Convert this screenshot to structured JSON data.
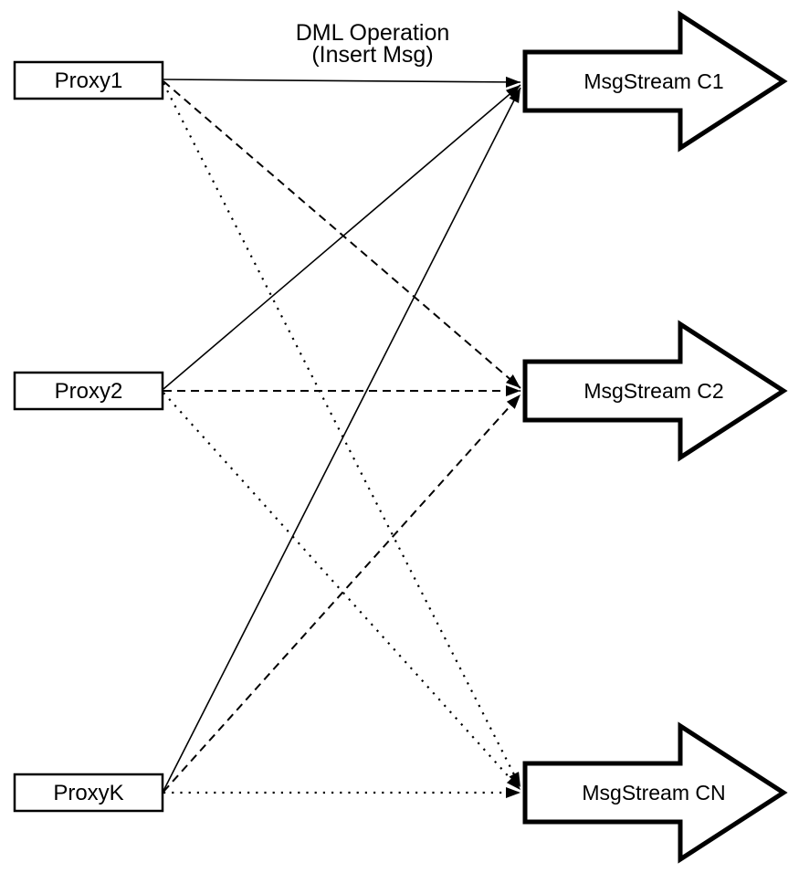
{
  "diagram": {
    "title": {
      "line1": "DML Operation",
      "line2": "(Insert Msg)"
    },
    "proxies": [
      {
        "id": "proxy1",
        "label": "Proxy1"
      },
      {
        "id": "proxy2",
        "label": "Proxy2"
      },
      {
        "id": "proxyk",
        "label": "ProxyK"
      }
    ],
    "streams": [
      {
        "id": "c1",
        "label": "MsgStream C1",
        "incoming_line_style": "solid"
      },
      {
        "id": "c2",
        "label": "MsgStream C2",
        "incoming_line_style": "dashed"
      },
      {
        "id": "cn",
        "label": "MsgStream CN",
        "incoming_line_style": "dotted"
      }
    ],
    "connections": [
      {
        "from": "Proxy1",
        "to": "MsgStream C1",
        "style": "solid"
      },
      {
        "from": "Proxy1",
        "to": "MsgStream C2",
        "style": "dashed"
      },
      {
        "from": "Proxy1",
        "to": "MsgStream CN",
        "style": "dotted"
      },
      {
        "from": "Proxy2",
        "to": "MsgStream C1",
        "style": "solid"
      },
      {
        "from": "Proxy2",
        "to": "MsgStream C2",
        "style": "dashed"
      },
      {
        "from": "Proxy2",
        "to": "MsgStream CN",
        "style": "dotted"
      },
      {
        "from": "ProxyK",
        "to": "MsgStream C1",
        "style": "solid"
      },
      {
        "from": "ProxyK",
        "to": "MsgStream C2",
        "style": "dashed"
      },
      {
        "from": "ProxyK",
        "to": "MsgStream CN",
        "style": "dotted"
      }
    ],
    "colors": {
      "stroke": "#000000",
      "fill": "#ffffff"
    }
  }
}
